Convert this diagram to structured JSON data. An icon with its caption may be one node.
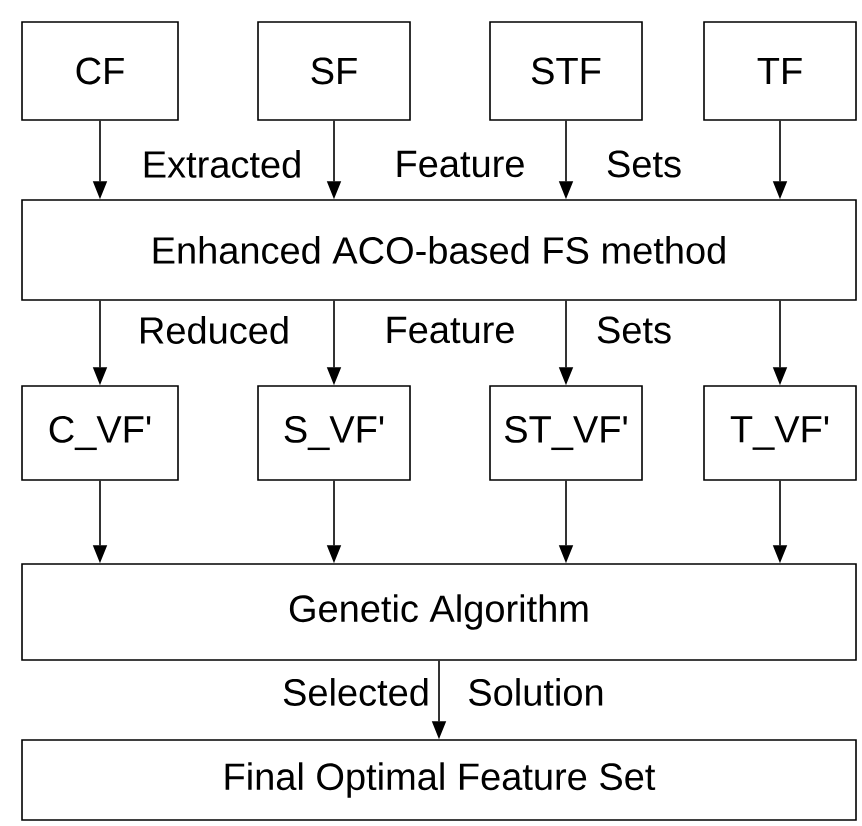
{
  "diagram": {
    "nodes": [
      {
        "text": [
          "CF"
        ]
      },
      {
        "text": [
          "SF"
        ]
      },
      {
        "text": [
          "STF"
        ]
      },
      {
        "text": [
          "TF"
        ]
      },
      {
        "text": [
          "Enhanced ACO-based FS method"
        ]
      },
      {
        "text": [
          "C_VF'"
        ]
      },
      {
        "text": [
          "S_VF'"
        ]
      },
      {
        "text": [
          "ST_VF'"
        ]
      },
      {
        "text": [
          "T_VF'"
        ]
      },
      {
        "text": [
          "Genetic Algorithm"
        ]
      },
      {
        "text": [
          "Final Optimal Feature Set"
        ]
      }
    ],
    "edges": [
      {
        "from": 0,
        "to": 4,
        "arrow": "to"
      },
      {
        "from": 1,
        "to": 4,
        "arrow": "to"
      },
      {
        "from": 2,
        "to": 4,
        "arrow": "to"
      },
      {
        "from": 3,
        "to": 4,
        "arrow": "to"
      },
      {
        "from": 4,
        "to": 5,
        "arrow": "to"
      },
      {
        "from": 4,
        "to": 6,
        "arrow": "to"
      },
      {
        "from": 4,
        "to": 7,
        "arrow": "to"
      },
      {
        "from": 4,
        "to": 8,
        "arrow": "to"
      },
      {
        "from": 5,
        "to": 9,
        "arrow": "to"
      },
      {
        "from": 6,
        "to": 9,
        "arrow": "to"
      },
      {
        "from": 7,
        "to": 9,
        "arrow": "to"
      },
      {
        "from": 8,
        "to": 9,
        "arrow": "to"
      },
      {
        "from": 9,
        "to": 10,
        "arrow": "to"
      }
    ],
    "labels": [
      "Extracted",
      "Feature",
      "Sets",
      "Reduced",
      "Feature",
      "Sets",
      "Selected",
      "Solution"
    ]
  }
}
